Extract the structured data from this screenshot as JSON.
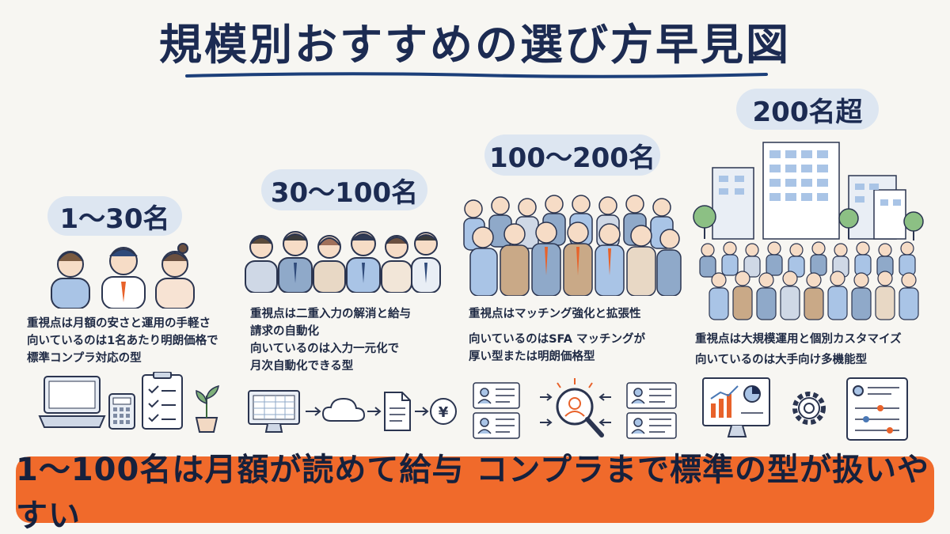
{
  "title": "規模別おすすめの選び方早見図",
  "columns": [
    {
      "size_label": "1〜30名",
      "lines": [
        "重視点は月額の安さと運用の手軽さ",
        "向いているのは1名あたり明朗価格で",
        "標準コンプラ対応の型"
      ]
    },
    {
      "size_label": "30〜100名",
      "lines": [
        "重視点は二重入力の解消と給与",
        "請求の自動化",
        "向いているのは入力一元化で",
        "月次自動化できる型"
      ]
    },
    {
      "size_label": "100〜200名",
      "lines": [
        "重視点はマッチング強化と拡張性",
        "向いているのはSFA マッチングが",
        "厚い型または明朗価格型"
      ]
    },
    {
      "size_label": "200名超",
      "lines": [
        "重視点は大規模運用と個別カスタマイズ",
        "向いているのは大手向け多機能型"
      ]
    }
  ],
  "flow_icons": [
    "spreadsheet-monitor-icon",
    "cloud-icon",
    "document-icon",
    "yen-icon"
  ],
  "banner": "1〜100名は月額が読めて給与 コンプラまで標準の型が扱いやすい",
  "colors": {
    "background": "#f7f6f2",
    "navy": "#1c2b52",
    "pill": "#dde6f1",
    "banner": "#f06a2b",
    "accent_blue": "#4a78b5"
  }
}
